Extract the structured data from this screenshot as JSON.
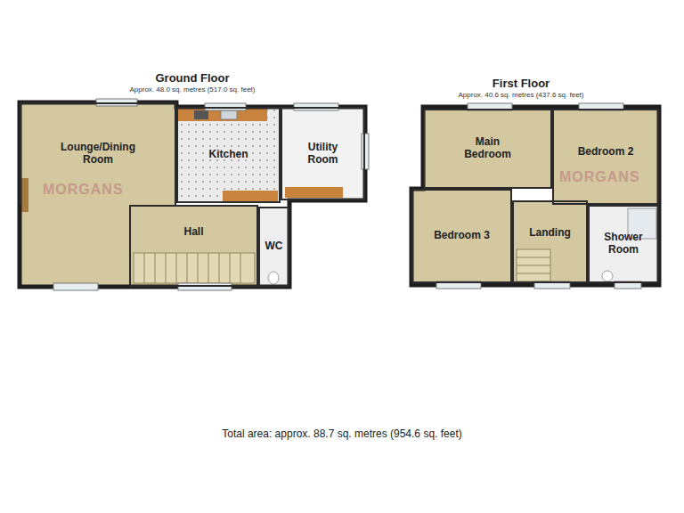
{
  "diagram": {
    "caption": "Total area: approx. 88.7 sq. metres (954.6 sq. feet)",
    "nodes": [
      {
        "text": [
          "Ground Floor",
          "Approx. 48.0 sq. metres (517.0 sq. feet)"
        ]
      },
      {
        "text": [
          "Lounge/Dining Room"
        ],
        "in": 0
      },
      {
        "text": [
          "Kitchen"
        ],
        "in": 0
      },
      {
        "text": [
          "Utility Room"
        ],
        "in": 0
      },
      {
        "text": [
          "Hall"
        ],
        "in": 0
      },
      {
        "text": [
          "WC"
        ],
        "in": 0
      },
      {
        "text": [
          "First Floor",
          "Approx. 40.6 sq. metres (437.6 sq. feet)"
        ]
      },
      {
        "text": [
          "Main Bedroom"
        ],
        "in": 6
      },
      {
        "text": [
          "Bedroom 2"
        ],
        "in": 6
      },
      {
        "text": [
          "Bedroom 3"
        ],
        "in": 6
      },
      {
        "text": [
          "Landing"
        ],
        "in": 6
      },
      {
        "text": [
          "Shower Room"
        ],
        "in": 6
      }
    ],
    "labels": [
      "MORGANS",
      "MORGANS"
    ]
  }
}
